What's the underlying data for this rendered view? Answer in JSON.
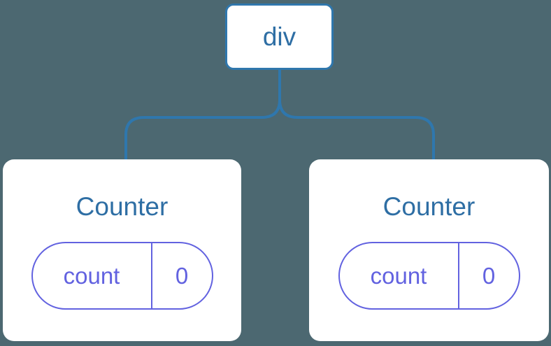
{
  "colors": {
    "background": "#4C6871",
    "card_fill": "#FFFFFF",
    "line_blue": "#2F77AD",
    "text_blue": "#2E6EA4",
    "state_purple": "#6262E0"
  },
  "tree": {
    "root": {
      "label": "div"
    },
    "children": [
      {
        "title": "Counter",
        "state": {
          "key": "count",
          "value": "0"
        }
      },
      {
        "title": "Counter",
        "state": {
          "key": "count",
          "value": "0"
        }
      }
    ]
  }
}
